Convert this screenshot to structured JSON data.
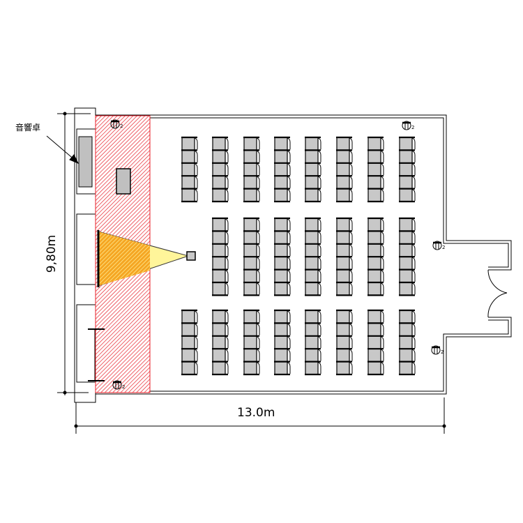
{
  "labels": {
    "console": "音響卓",
    "depth": "9,80m",
    "width": "13.0m"
  },
  "seating": {
    "blocks": [
      {
        "name": "front-block",
        "columns": [
          0,
          1,
          2,
          3,
          4,
          5,
          6,
          7
        ],
        "seats_per_column": 5
      },
      {
        "name": "middle-block",
        "columns": [
          1,
          2,
          3,
          4,
          5,
          6,
          7
        ],
        "seats_per_column": 6
      },
      {
        "name": "rear-block",
        "columns": [
          0,
          1,
          2,
          3,
          4,
          5,
          6,
          7
        ],
        "seats_per_column": 5
      }
    ]
  },
  "colors": {
    "restricted_zone": "#e8202a",
    "projection_beam": "#fff59a",
    "projection_overlap": "#f5a623",
    "seat": "#c8c8c8"
  },
  "icons": [
    "speaker-icon",
    "speaker-icon",
    "speaker-icon",
    "speaker-icon",
    "speaker-icon"
  ]
}
